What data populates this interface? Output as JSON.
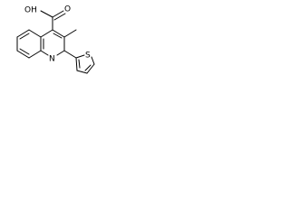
{
  "structure": {
    "atom_labels": {
      "carboxylic_acid": "OH",
      "carbonyl_oxygen": "O",
      "quinoline_nitrogen": "N",
      "thiophene_sulfur": "S"
    }
  }
}
